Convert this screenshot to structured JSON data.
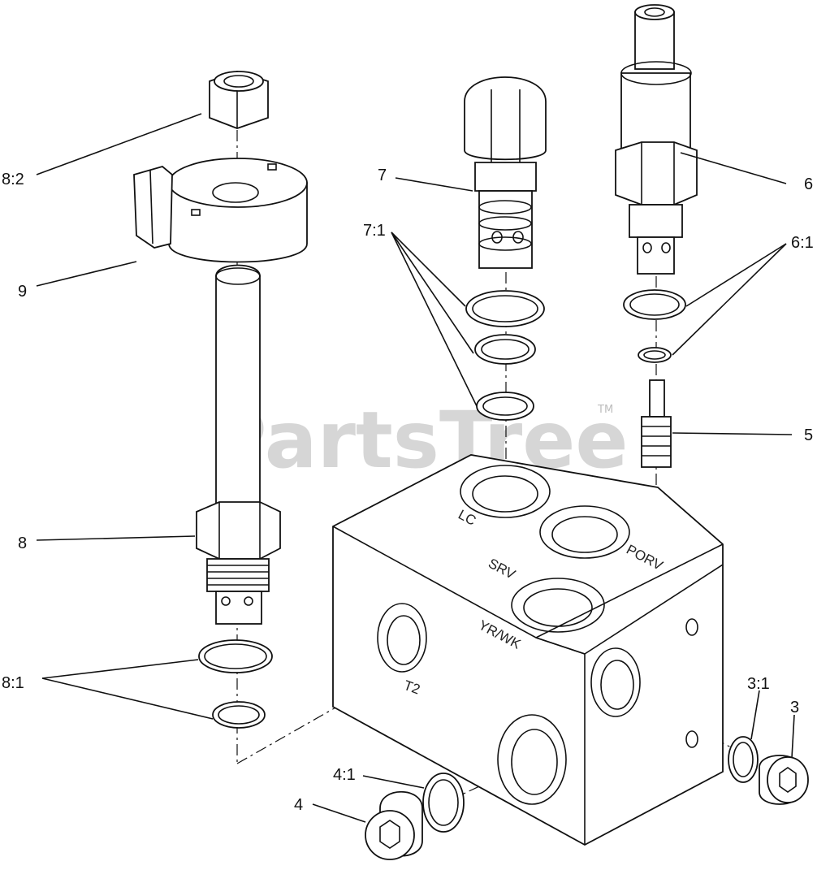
{
  "diagram": {
    "watermark": "PartsTree",
    "watermark_tm": "TM",
    "callouts": {
      "c8_2": "8:2",
      "c9": "9",
      "c8": "8",
      "c8_1": "8:1",
      "c7": "7",
      "c7_1": "7:1",
      "c6": "6",
      "c6_1": "6:1",
      "c5": "5",
      "c4_1": "4:1",
      "c4": "4",
      "c3_1": "3:1",
      "c3": "3"
    },
    "ports": {
      "lc": "LC",
      "porv": "PORV",
      "srv": "SRV",
      "yrwk": "YR/WK",
      "t2": "T2"
    }
  }
}
